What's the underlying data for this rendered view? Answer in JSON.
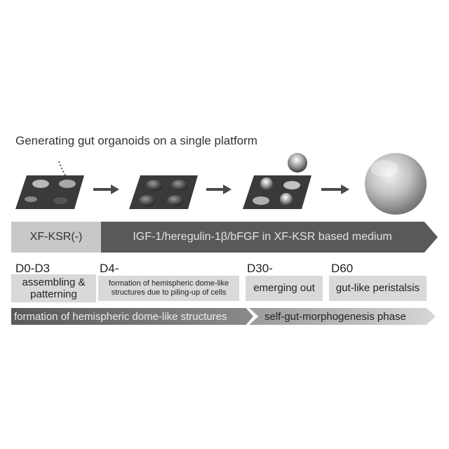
{
  "title": "Generating gut organoids on a single platform",
  "timeline_bar": {
    "initial_medium": "XF-KSR(-)",
    "main_medium": "IGF-1/heregulin-1β/bFGF in XF-KSR based medium"
  },
  "stages": [
    {
      "day": "D0-D3",
      "description": "assembling & patterning"
    },
    {
      "day": "D4-",
      "description": "formation of hemispheric dome-like structures due to piling-up of cells"
    },
    {
      "day": "D30-",
      "description": "emerging out"
    },
    {
      "day": "D60",
      "description": "gut-like peristalsis"
    }
  ],
  "phases": [
    {
      "label": "formation of hemispheric dome-like structures"
    },
    {
      "label": "self-gut-morphogenesis phase"
    }
  ],
  "colors": {
    "dark_bar": "#595959",
    "light_bar": "#c8c8c8",
    "desc_box": "#d9d9d9",
    "platform": "#3a3a3a"
  },
  "icons": [
    "platform-icon",
    "arrow-icon",
    "dome-icon",
    "sphere-icon",
    "organoid-icon"
  ]
}
